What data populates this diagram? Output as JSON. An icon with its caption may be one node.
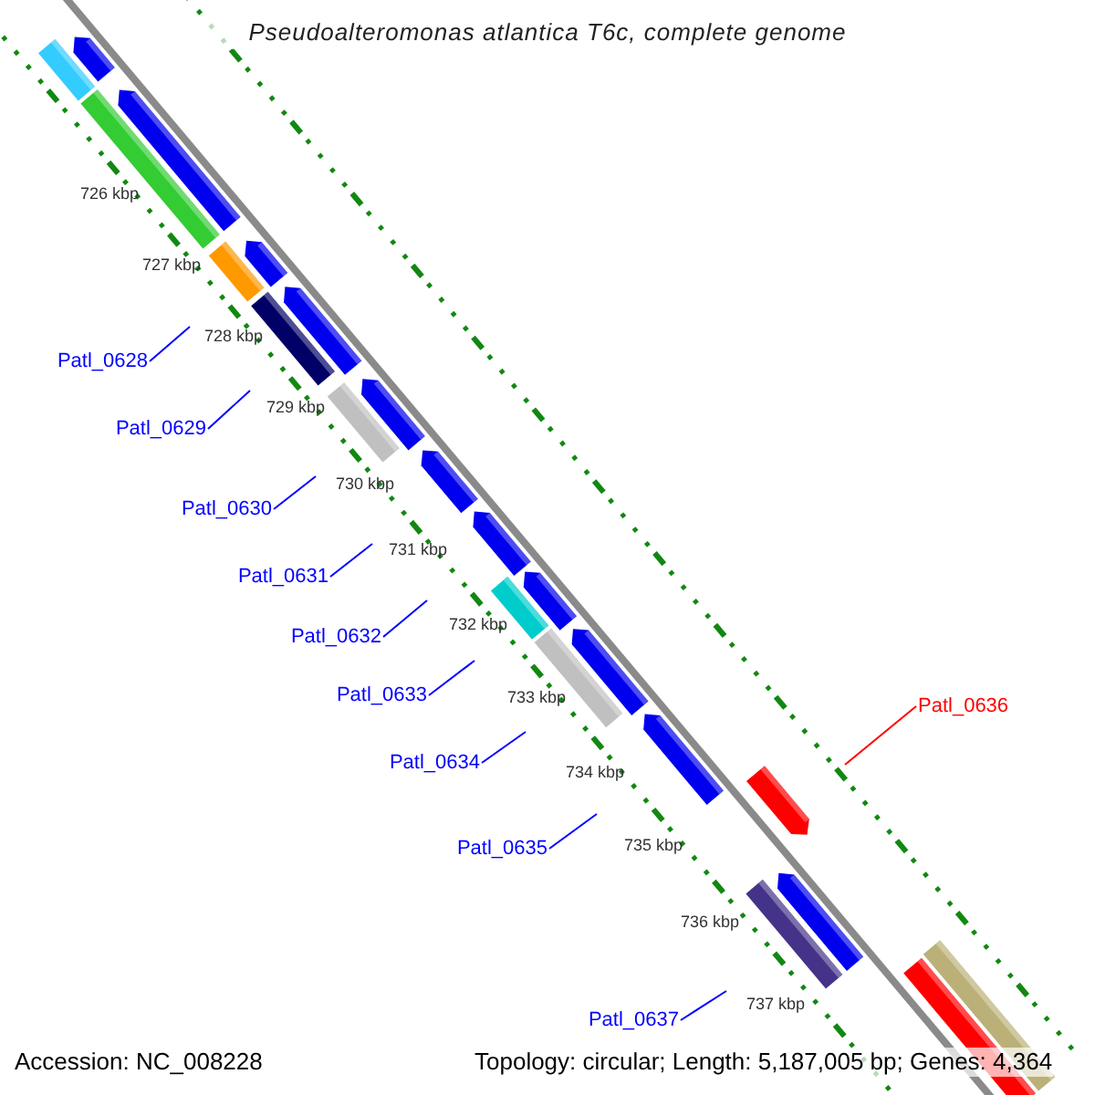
{
  "diagram": {
    "title": "Pseudoalteromonas atlantica T6c, complete genome",
    "nodes": [
      {
        "text": [
          "Patl_0628"
        ]
      },
      {
        "text": [
          "Patl_0629"
        ]
      },
      {
        "text": [
          "Patl_0630"
        ]
      },
      {
        "text": [
          "Patl_0631"
        ]
      },
      {
        "text": [
          "Patl_0632"
        ]
      },
      {
        "text": [
          "Patl_0633"
        ]
      },
      {
        "text": [
          "Patl_0634"
        ]
      },
      {
        "text": [
          "Patl_0635"
        ]
      },
      {
        "text": [
          "Patl_0636"
        ]
      },
      {
        "text": [
          "Patl_0637"
        ]
      }
    ],
    "edges": [
      {
        "from": 0,
        "to": null,
        "arrow": "none"
      },
      {
        "from": 1,
        "to": null,
        "arrow": "none"
      },
      {
        "from": 2,
        "to": null,
        "arrow": "none"
      },
      {
        "from": 3,
        "to": null,
        "arrow": "none"
      },
      {
        "from": 4,
        "to": null,
        "arrow": "none"
      },
      {
        "from": 5,
        "to": null,
        "arrow": "none"
      },
      {
        "from": 6,
        "to": null,
        "arrow": "none"
      },
      {
        "from": 7,
        "to": null,
        "arrow": "none"
      },
      {
        "from": 8,
        "to": null,
        "arrow": "none",
        "color": "#ff0000"
      },
      {
        "from": 9,
        "to": null,
        "arrow": "none"
      }
    ],
    "labels": [
      "726 kbp",
      "727 kbp",
      "728 kbp",
      "729 kbp",
      "730 kbp",
      "731 kbp",
      "732 kbp",
      "733 kbp",
      "734 kbp",
      "735 kbp",
      "736 kbp",
      "737 kbp",
      "Accession: NC_008228",
      "Topology: circular; Length: 5,187,005 bp; Genes: 4,364"
    ]
  }
}
